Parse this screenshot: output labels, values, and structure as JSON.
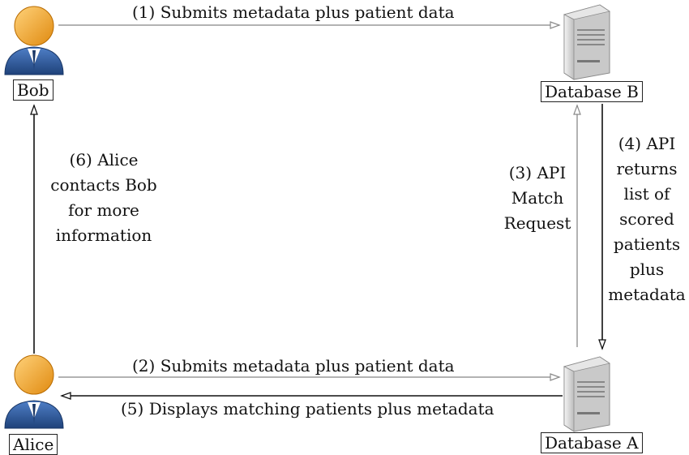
{
  "actors": {
    "bob": {
      "label": "Bob",
      "icon": "person-icon"
    },
    "alice": {
      "label": "Alice",
      "icon": "person-icon"
    }
  },
  "servers": {
    "database_b": {
      "label": "Database B",
      "icon": "server-icon"
    },
    "database_a": {
      "label": "Database A",
      "icon": "server-icon"
    }
  },
  "arrows": {
    "step1": "(1) Submits metadata plus patient data",
    "step2": "(2) Submits metadata plus patient data",
    "step3": [
      "(3) API",
      "Match",
      "Request"
    ],
    "step4": [
      "(4) API",
      "returns",
      "list of",
      "scored",
      "patients",
      "plus",
      "metadata"
    ],
    "step5": "(5) Displays matching patients plus metadata",
    "step6": [
      "(6) Alice",
      "contacts Bob",
      "for more",
      "information"
    ]
  },
  "colors": {
    "person_head": "#F5A623",
    "person_body": "#2E5B9E",
    "server": "#D8D8D8",
    "arrow_gray": "#9A9A9A",
    "arrow_black": "#111111"
  }
}
